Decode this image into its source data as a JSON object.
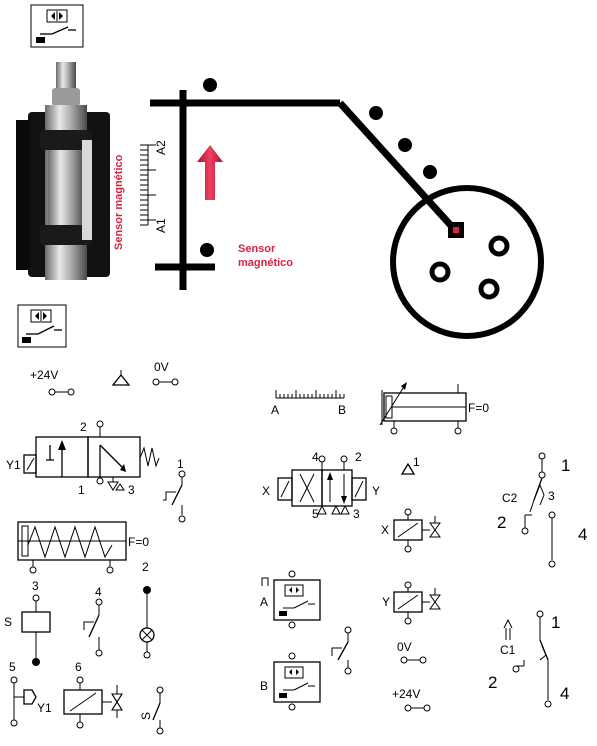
{
  "top_left_symbol": {
    "label": "sensor-switch symbol"
  },
  "photo": {
    "sensor_vertical_label": "Sensor magnético",
    "scale_labels": [
      "A2",
      "A1"
    ]
  },
  "path_diagram": {
    "sensor_label_line1": "Sensor",
    "sensor_label_line2": "magnético"
  },
  "power": {
    "plus": "+24V",
    "zero": "0V"
  },
  "valve_left": {
    "y1": "Y1",
    "port2": "2",
    "port1": "1",
    "port3": "3"
  },
  "button_left": {
    "label": "1"
  },
  "spring_cylinder": {
    "force": "F=0"
  },
  "relay_s": {
    "label": "S",
    "port": "3"
  },
  "contact_4": {
    "label": "4"
  },
  "lamp_2": {
    "label": "2"
  },
  "bottom_left": {
    "num5": "5",
    "y1": "Y1",
    "num6": "6",
    "s": "S"
  },
  "ruler_ab": {
    "a": "A",
    "b": "B"
  },
  "cyl_right": {
    "force": "F=0"
  },
  "valve_mid": {
    "port4": "4",
    "port2": "2",
    "port5": "5",
    "port3": "3",
    "x": "X",
    "y": "Y"
  },
  "exhaust_1": {
    "label": "1"
  },
  "solenoid_x": {
    "label": "X"
  },
  "solenoid_y": {
    "label": "Y"
  },
  "sensor_a": {
    "label": "A"
  },
  "sensor_b": {
    "label": "B"
  },
  "power_mid": {
    "zero": "0V",
    "plus": "+24V"
  },
  "switch_c2": {
    "n1": "1",
    "c2": "C2",
    "n3": "3",
    "n2": "2",
    "n4": "4"
  },
  "switch_c1": {
    "n1": "1",
    "c1": "C1",
    "n2": "2",
    "n4": "4"
  }
}
